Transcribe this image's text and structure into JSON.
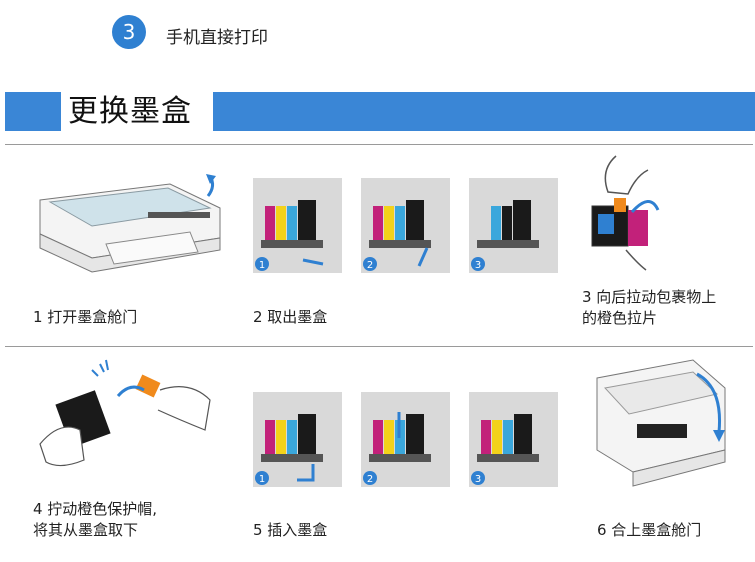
{
  "header": {
    "step_number": "3",
    "step_label": "手机直接打印"
  },
  "section": {
    "title": "更换墨盒"
  },
  "row1": {
    "captions": [
      "1 打开墨盒舱门",
      "2 取出墨盒"
    ],
    "caption3_line1": "3 向后拉动包裹物上",
    "caption3_line2": "的橙色拉片",
    "badges": [
      "1",
      "2",
      "3"
    ]
  },
  "row2": {
    "caption4_line1": "4 拧动橙色保护帽,",
    "caption4_line2": "将其从墨盒取下",
    "captions": [
      "5 插入墨盒",
      "6 合上墨盒舱门"
    ],
    "badges": [
      "1",
      "2",
      "3"
    ]
  },
  "colors": {
    "accent": "#3a86d6",
    "badge": "#2f80d1",
    "magenta": "#c2217a",
    "yellow": "#f3d21a",
    "cyan": "#3aa7dc",
    "black": "#1a1a1a",
    "orange": "#f08a1c"
  }
}
